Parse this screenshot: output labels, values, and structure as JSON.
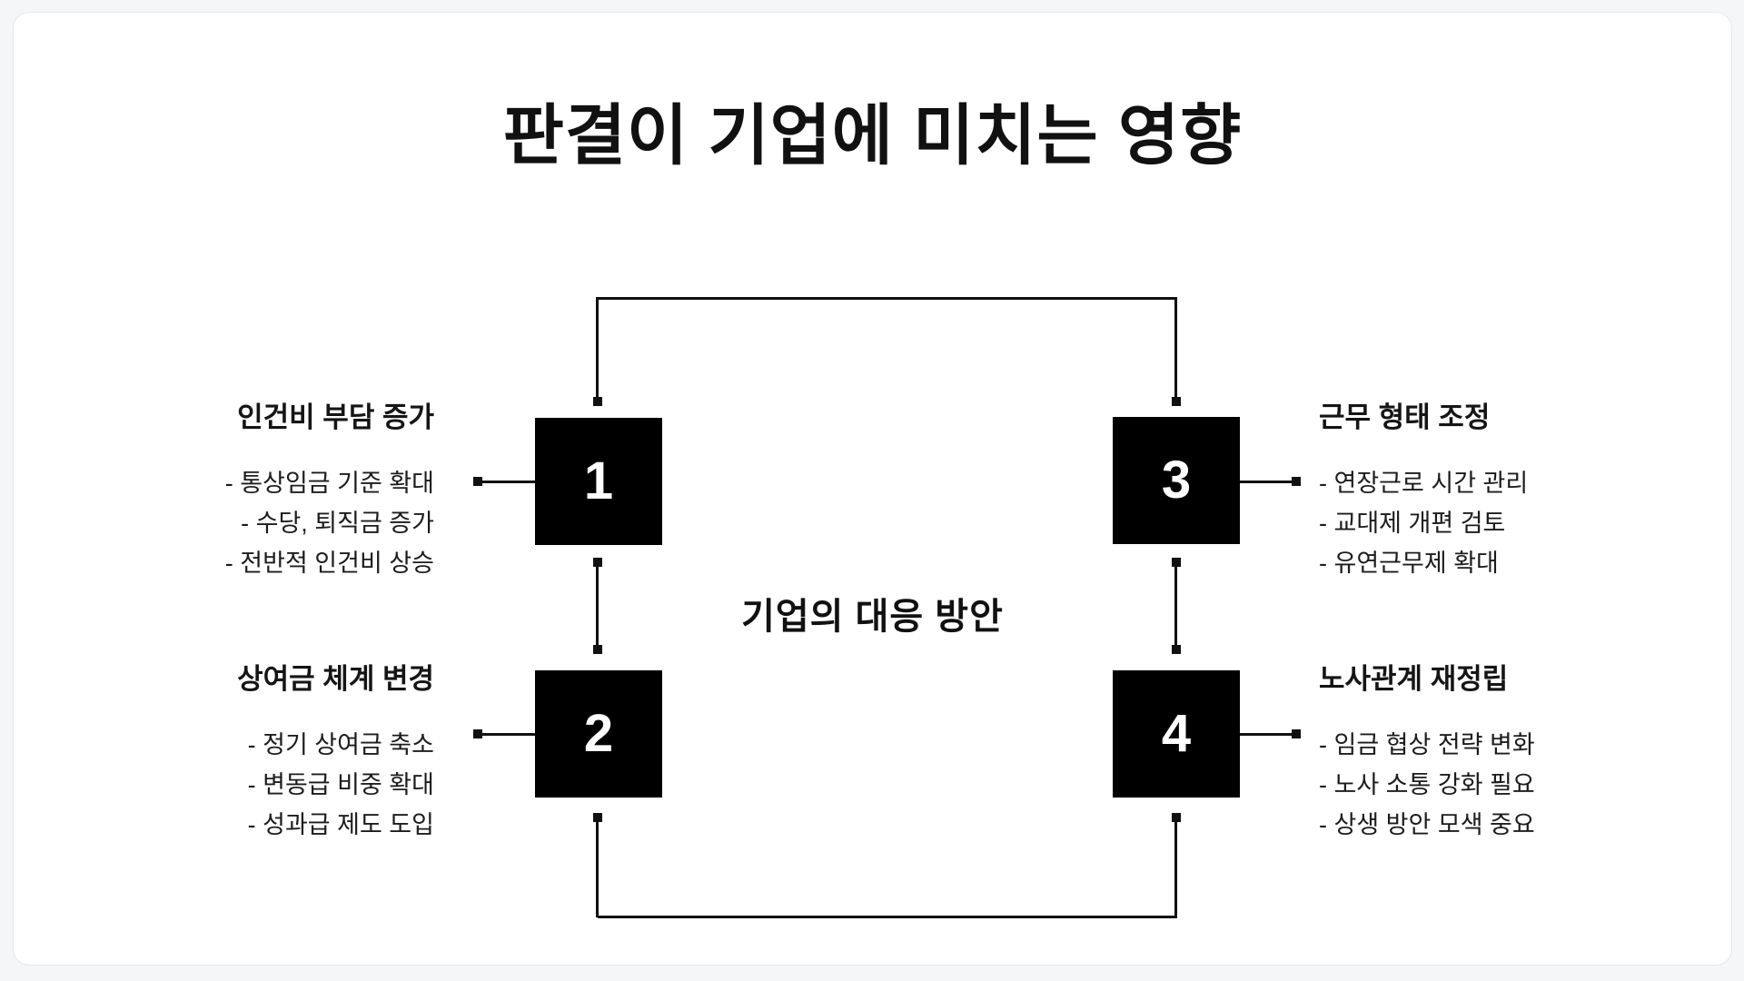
{
  "slide": {
    "title": "판결이 기업에 미치는 영향",
    "center_label": "기업의 대응 방안",
    "items": [
      {
        "number": "1",
        "label": "인건비 부담 증가",
        "bullets": [
          "- 통상임금 기준 확대",
          "- 수당, 퇴직금 증가",
          "- 전반적 인건비 상승"
        ],
        "side": "left"
      },
      {
        "number": "2",
        "label": "상여금 체계 변경",
        "bullets": [
          "- 정기 상여금 축소",
          "- 변동급 비중 확대",
          "- 성과급 제도 도입"
        ],
        "side": "left"
      },
      {
        "number": "3",
        "label": "근무 형태 조정",
        "bullets": [
          "- 연장근로 시간 관리",
          "- 교대제 개편 검토",
          "- 유연근무제 확대"
        ],
        "side": "right"
      },
      {
        "number": "4",
        "label": "노사관계 재정립",
        "bullets": [
          "- 임금 협상 전략 변화",
          "- 노사 소통 강화 필요",
          "- 상생 방안 모색 중요"
        ],
        "side": "right"
      }
    ],
    "colors": {
      "background": "#f5f6f8",
      "card": "#ffffff",
      "box": "#000000",
      "text": "#111111",
      "line": "#111111",
      "number": "#ffffff"
    }
  }
}
